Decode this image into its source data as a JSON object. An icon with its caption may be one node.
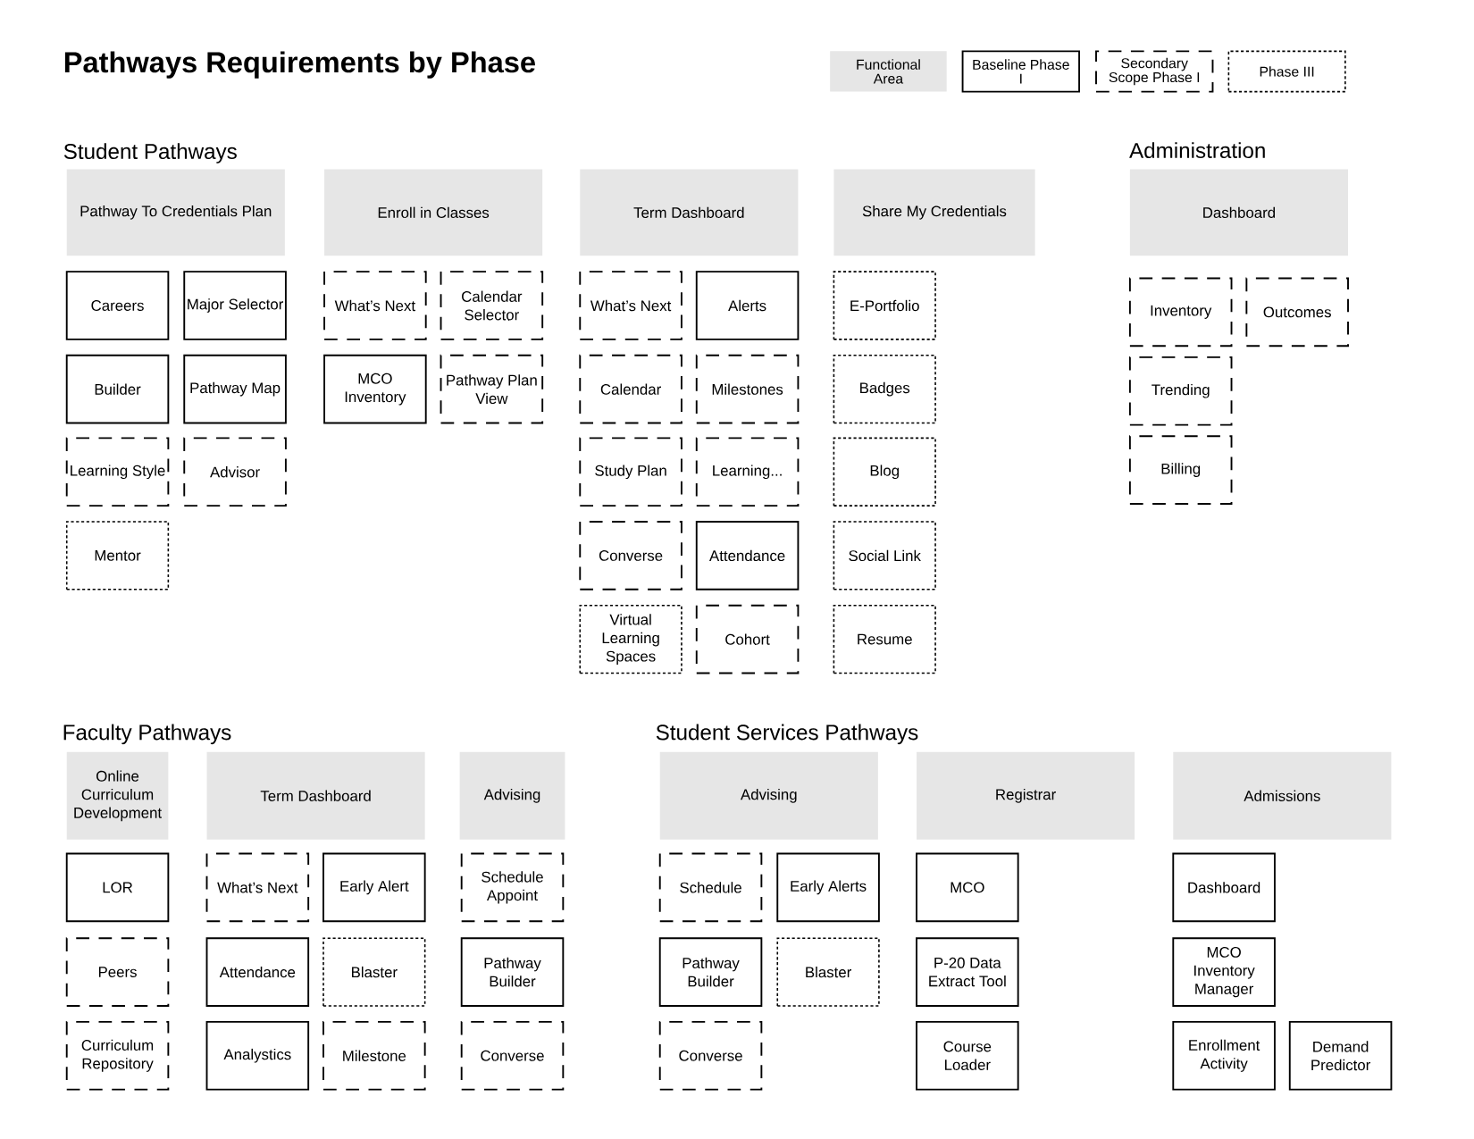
{
  "diagram": {
    "title": "Pathways Requirements by Phase",
    "nodes": [
      {
        "text": [
          "Pathway To Credentials Plan"
        ]
      },
      {
        "text": [
          "Careers"
        ]
      },
      {
        "text": [
          "Major Selector"
        ]
      },
      {
        "text": [
          "Builder"
        ]
      },
      {
        "text": [
          "Pathway Map"
        ]
      },
      {
        "text": [
          "Learning Style"
        ]
      },
      {
        "text": [
          "Advisor"
        ]
      },
      {
        "text": [
          "Mentor"
        ]
      },
      {
        "text": [
          "Enroll in Classes"
        ]
      },
      {
        "text": [
          "What’s Next"
        ]
      },
      {
        "text": [
          "Calendar Selector"
        ]
      },
      {
        "text": [
          "MCO Inventory"
        ]
      },
      {
        "text": [
          "Pathway Plan View"
        ]
      },
      {
        "text": [
          "Term Dashboard"
        ]
      },
      {
        "text": [
          "What’s Next"
        ]
      },
      {
        "text": [
          "Alerts"
        ]
      },
      {
        "text": [
          "Calendar"
        ]
      },
      {
        "text": [
          "Milestones"
        ]
      },
      {
        "text": [
          "Study Plan"
        ]
      },
      {
        "text": [
          "Learning..."
        ]
      },
      {
        "text": [
          "Converse"
        ]
      },
      {
        "text": [
          "Attendance"
        ]
      },
      {
        "text": [
          "Virtual Learning Spaces"
        ]
      },
      {
        "text": [
          "Cohort"
        ]
      },
      {
        "text": [
          "Share My Credentials"
        ]
      },
      {
        "text": [
          "E-Portfolio"
        ]
      },
      {
        "text": [
          "Badges"
        ]
      },
      {
        "text": [
          "Blog"
        ]
      },
      {
        "text": [
          "Social Link"
        ]
      },
      {
        "text": [
          "Resume"
        ]
      },
      {
        "text": [
          "Dashboard"
        ]
      },
      {
        "text": [
          "Inventory"
        ]
      },
      {
        "text": [
          "Outcomes"
        ]
      },
      {
        "text": [
          "Trending"
        ]
      },
      {
        "text": [
          "Billing"
        ]
      },
      {
        "text": [
          "Online Curriculum Development"
        ]
      },
      {
        "text": [
          "LOR"
        ]
      },
      {
        "text": [
          "Peers"
        ]
      },
      {
        "text": [
          "Curriculum Repository"
        ]
      },
      {
        "text": [
          "Term Dashboard"
        ]
      },
      {
        "text": [
          "What’s Next"
        ]
      },
      {
        "text": [
          "Early Alert"
        ]
      },
      {
        "text": [
          "Attendance"
        ]
      },
      {
        "text": [
          "Blaster"
        ]
      },
      {
        "text": [
          "Analystics"
        ]
      },
      {
        "text": [
          "Milestone"
        ]
      },
      {
        "text": [
          "Advising"
        ]
      },
      {
        "text": [
          "Schedule Appoint"
        ]
      },
      {
        "text": [
          "Pathway Builder"
        ]
      },
      {
        "text": [
          "Converse"
        ]
      },
      {
        "text": [
          "Advising"
        ]
      },
      {
        "text": [
          "Schedule"
        ]
      },
      {
        "text": [
          "Early Alerts"
        ]
      },
      {
        "text": [
          "Pathway Builder"
        ]
      },
      {
        "text": [
          "Blaster"
        ]
      },
      {
        "text": [
          "Converse"
        ]
      },
      {
        "text": [
          "Registrar"
        ]
      },
      {
        "text": [
          "MCO"
        ]
      },
      {
        "text": [
          "P-20 Data Extract Tool"
        ]
      },
      {
        "text": [
          "Course Loader"
        ]
      },
      {
        "text": [
          "Admissions"
        ]
      },
      {
        "text": [
          "Dashboard"
        ]
      },
      {
        "text": [
          "MCO Inventory Manager"
        ]
      },
      {
        "text": [
          "Enrollment Activity"
        ]
      },
      {
        "text": [
          "Demand Predictor"
        ]
      }
    ],
    "labels": [
      "Student Pathways",
      "Administration",
      "Faculty Pathways",
      "Student Services Pathways"
    ],
    "legend": [
      {
        "text": "Functional Area",
        "color": "#e6e6e6"
      },
      {
        "text": "Baseline Phase I"
      },
      {
        "text": "Secondary Scope Phase I"
      },
      {
        "text": "Phase III"
      }
    ]
  }
}
